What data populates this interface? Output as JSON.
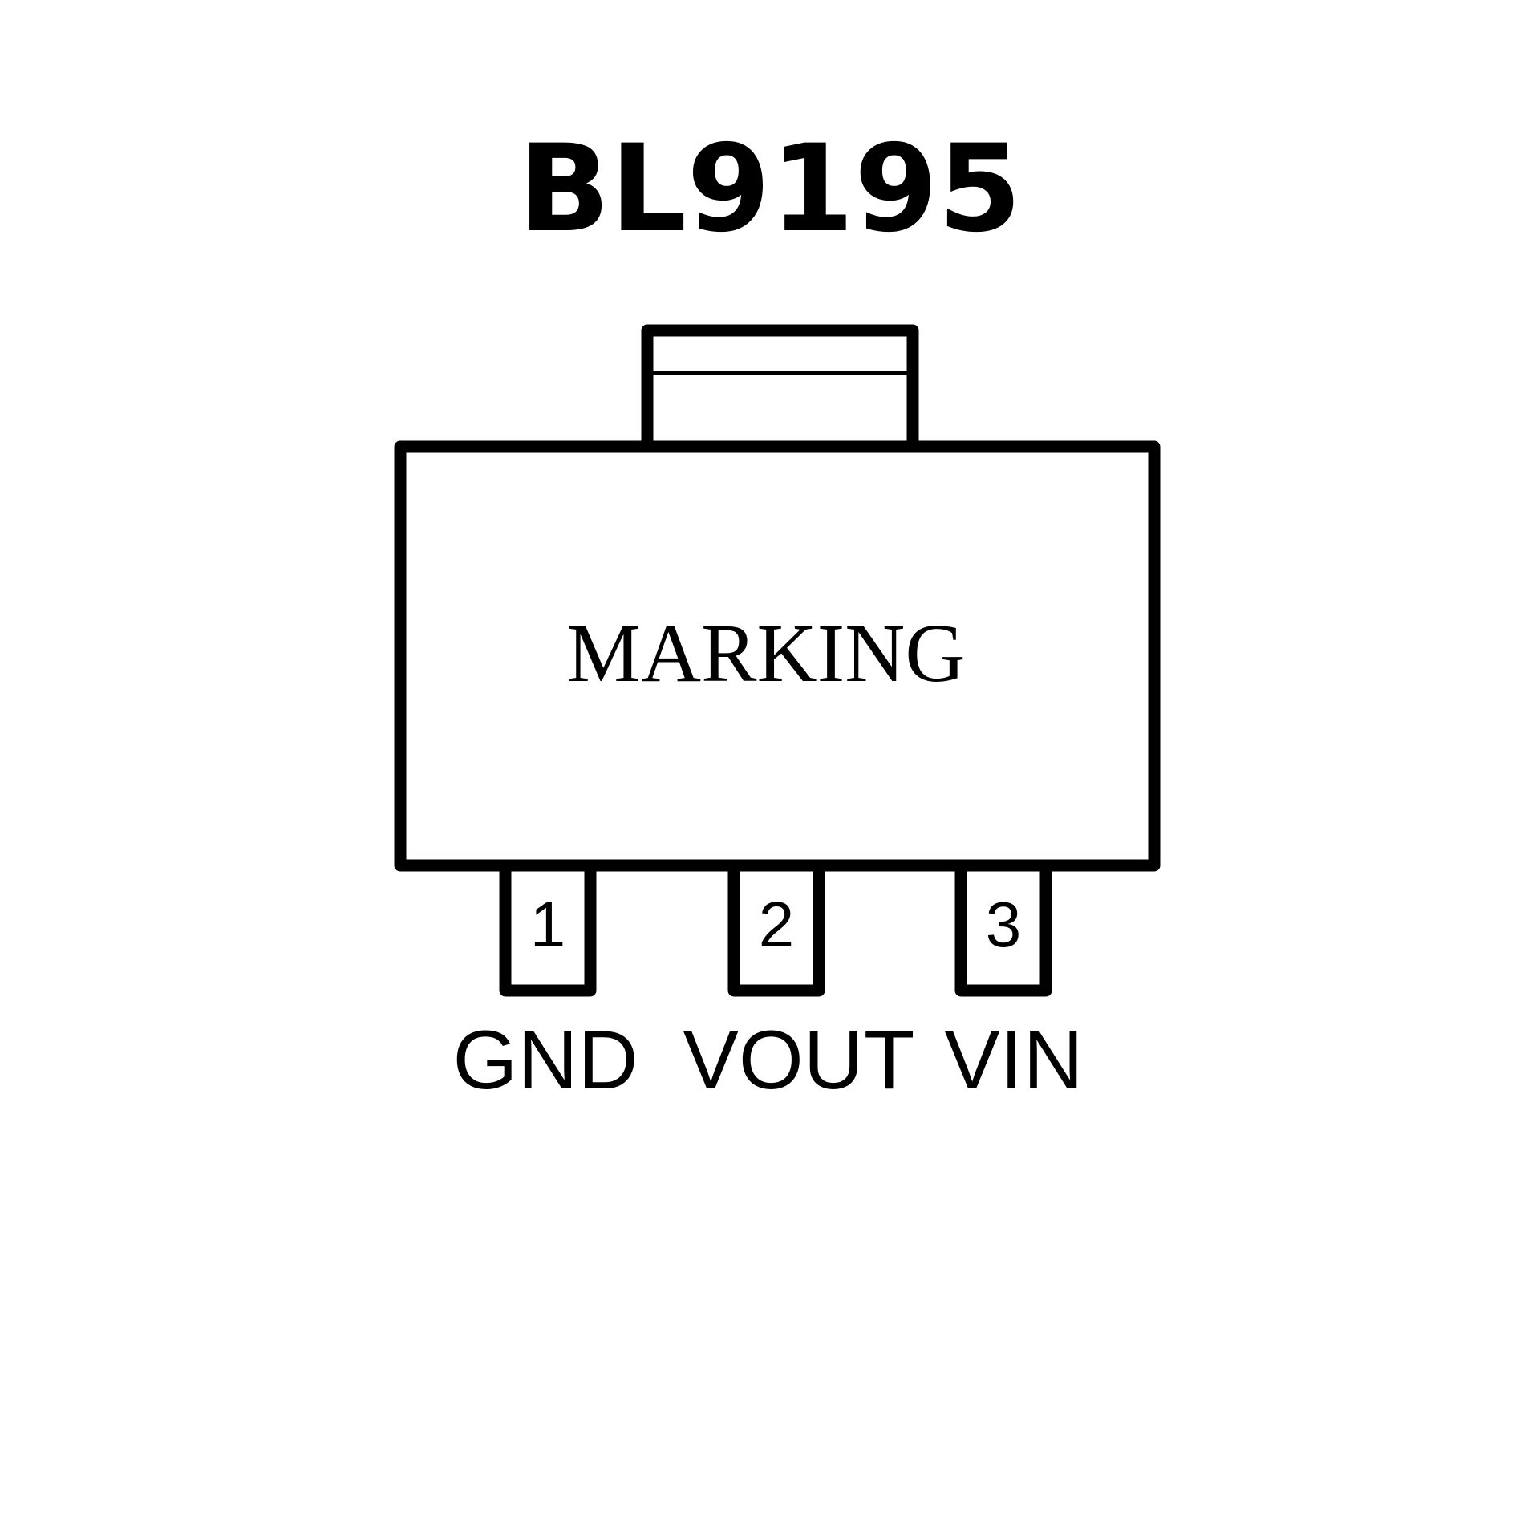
{
  "title": "BL9195",
  "package": {
    "marking": "MARKING",
    "pins": [
      {
        "number": "1",
        "label": "GND"
      },
      {
        "number": "2",
        "label": "VOUT"
      },
      {
        "number": "3",
        "label": "VIN"
      }
    ]
  },
  "colors": {
    "stroke": "#000000",
    "background": "#ffffff"
  }
}
